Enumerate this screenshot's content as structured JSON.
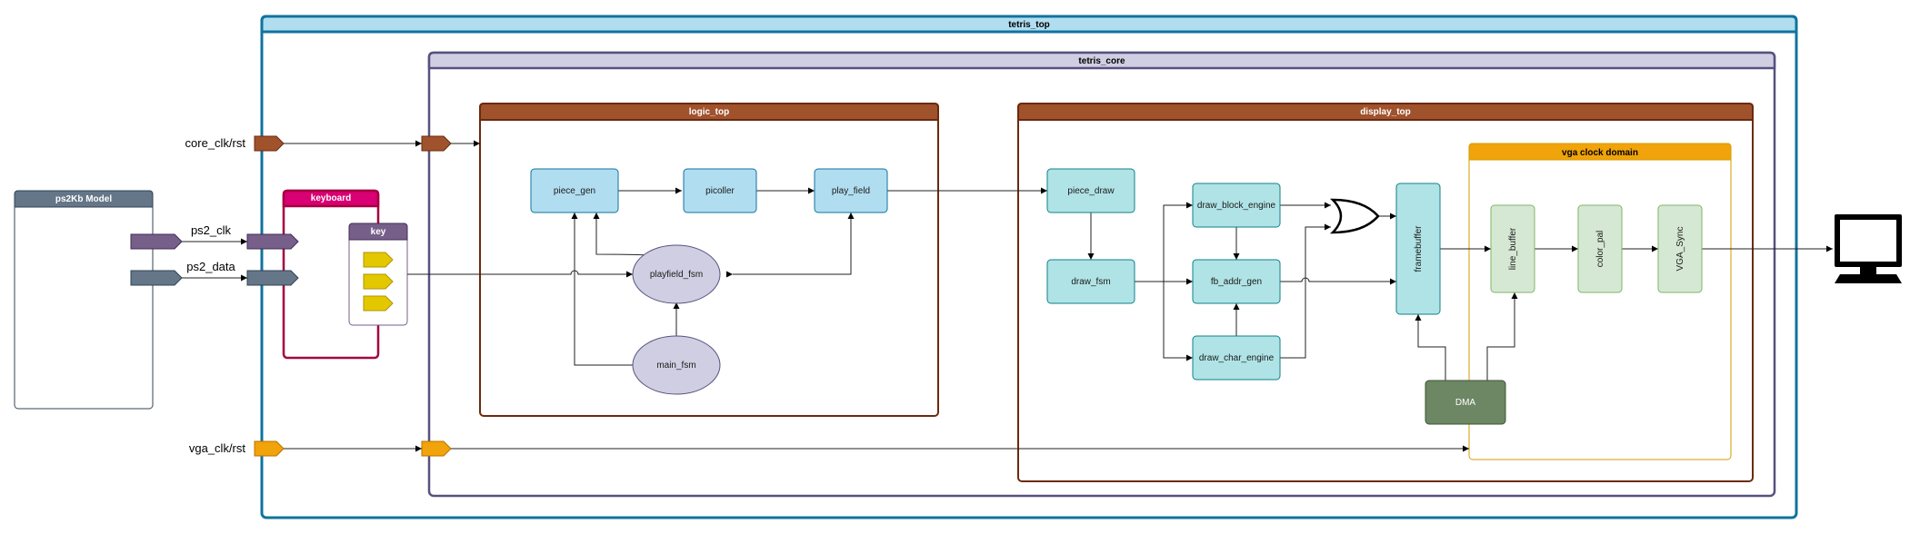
{
  "containers": {
    "tetris_top": "tetris_top",
    "tetris_core": "tetris_core",
    "logic_top": "logic_top",
    "display_top": "display_top",
    "vga_clock_domain": "vga clock domain",
    "ps2kb_model": "ps2Kb Model",
    "keyboard": "keyboard",
    "key": "key"
  },
  "ports": {
    "core_clk_rst": "core_clk/rst",
    "ps2_clk": "ps2_clk",
    "ps2_data": "ps2_data",
    "vga_clk_rst": "vga_clk/rst"
  },
  "logic_nodes": {
    "piece_gen": "piece_gen",
    "picoller": "picoller",
    "play_field": "play_field",
    "playfield_fsm": "playfield_fsm",
    "main_fsm": "main_fsm"
  },
  "display_nodes": {
    "piece_draw": "piece_draw",
    "draw_fsm": "draw_fsm",
    "draw_block_engine": "draw_block_engine",
    "fb_addr_gen": "fb_addr_gen",
    "draw_char_engine": "draw_char_engine",
    "framebuffer": "framebuffer",
    "dma": "DMA"
  },
  "vga_nodes": {
    "line_buffer": "line_buffer",
    "color_pal": "color_pal",
    "vga_sync": "VGA_Sync"
  },
  "colors": {
    "top_border": "#10739e",
    "top_header": "#b1ddf0",
    "core_border": "#56517e",
    "core_header": "#d0cee2",
    "logic_border": "#6b2a0e",
    "logic_header": "#a0522d",
    "keyboard": "#d80073",
    "key_header": "#76608a",
    "vga_header": "#f0a30a",
    "ps2_header": "#647687",
    "logic_block_fill": "#b1ddf0",
    "display_block_fill": "#b0e3e6",
    "vga_block_fill": "#d5e8d4",
    "fsm_fill": "#d0cee2",
    "dma_fill": "#6d8764",
    "key_arrow": "#e3c800"
  },
  "icons": {
    "monitor": "monitor-icon",
    "or_gate": "or-gate-icon"
  }
}
